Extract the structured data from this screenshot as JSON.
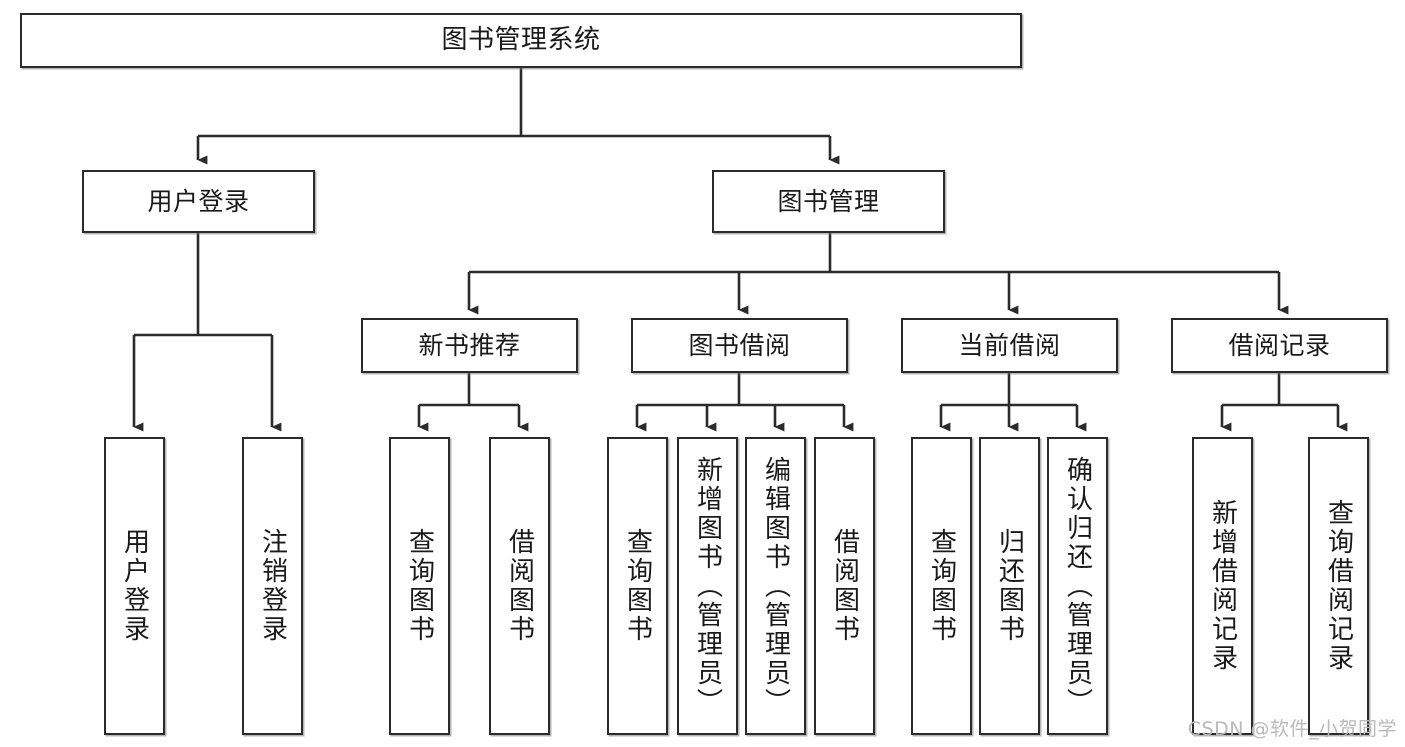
{
  "diagram": {
    "type": "tree-hierarchy-flowchart",
    "title": "图书管理系统",
    "watermark": "CSDN @软件_小贺同学",
    "colors": {
      "box_border": "#2b2b2b",
      "box_fill": "#ffffff",
      "connector": "#2b2b2b",
      "text": "#1a1a1a",
      "watermark": "#b9b9b9",
      "background": "#ffffff"
    },
    "nodes": {
      "root": {
        "label": "图书管理系统"
      },
      "level2": [
        {
          "id": "user-login",
          "label": "用户登录"
        },
        {
          "id": "book-manage",
          "label": "图书管理"
        }
      ],
      "level3": [
        {
          "id": "new-book-recommend",
          "label": "新书推荐"
        },
        {
          "id": "book-borrow",
          "label": "图书借阅"
        },
        {
          "id": "current-borrow",
          "label": "当前借阅"
        },
        {
          "id": "borrow-record",
          "label": "借阅记录"
        }
      ],
      "leaves": {
        "user-login": [
          {
            "id": "leaf-user-login",
            "label": "用户登录"
          },
          {
            "id": "leaf-user-logout",
            "label": "注销登录"
          }
        ],
        "new-book-recommend": [
          {
            "id": "leaf-query-book-1",
            "label": "查询图书"
          },
          {
            "id": "leaf-borrow-book-1",
            "label": "借阅图书"
          }
        ],
        "book-borrow": [
          {
            "id": "leaf-query-book-2",
            "label": "查询图书"
          },
          {
            "id": "leaf-add-book",
            "label": "新增图书（管理员）"
          },
          {
            "id": "leaf-edit-book",
            "label": "编辑图书（管理员）"
          },
          {
            "id": "leaf-borrow-book-2",
            "label": "借阅图书"
          }
        ],
        "current-borrow": [
          {
            "id": "leaf-query-book-3",
            "label": "查询图书"
          },
          {
            "id": "leaf-return-book",
            "label": "归还图书"
          },
          {
            "id": "leaf-confirm-return",
            "label": "确认归还（管理员）"
          }
        ],
        "borrow-record": [
          {
            "id": "leaf-add-record",
            "label": "新增借阅记录"
          },
          {
            "id": "leaf-query-record",
            "label": "查询借阅记录"
          }
        ]
      }
    }
  }
}
